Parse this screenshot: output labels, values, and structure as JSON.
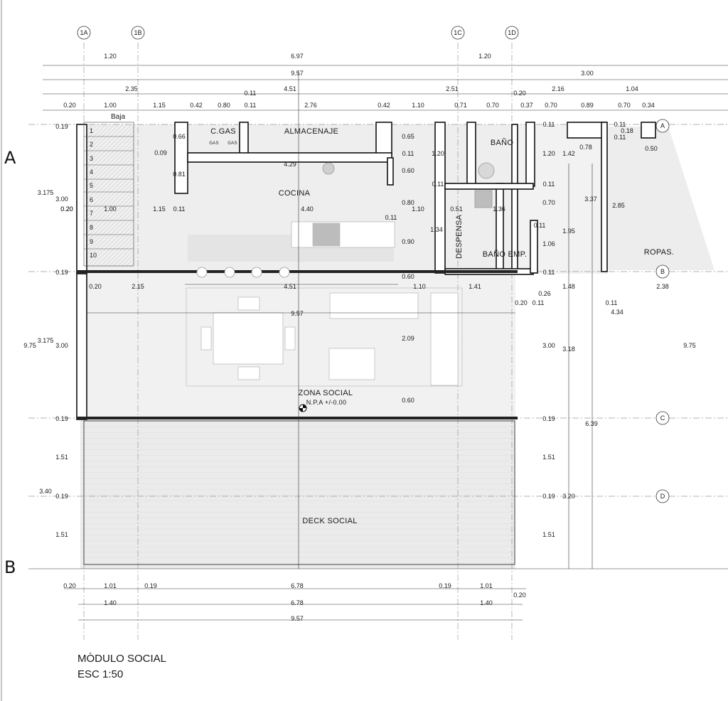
{
  "axes": {
    "vertical": [
      "1A",
      "1B",
      "1C",
      "1D"
    ],
    "horizontal": [
      "A",
      "B",
      "C",
      "D"
    ]
  },
  "section_marks": [
    "A",
    "B"
  ],
  "rooms": {
    "gas": "C.GAS",
    "gas_tank": "GAS",
    "storage": "ALMACENAJE",
    "kitchen": "COCINA",
    "bathroom": "BAÑO",
    "pantry": "DESPENSA",
    "staff_bathroom": "BAÑO EMP.",
    "laundry": "ROPAS.",
    "social_zone": "ZONA SOCIAL",
    "level": "N.P.A +/-0.00",
    "deck": "DECK SOCIAL",
    "stair_note": "Baja"
  },
  "stair_steps": [
    "1",
    "2",
    "3",
    "4",
    "5",
    "6",
    "7",
    "8",
    "9",
    "10"
  ],
  "dimensions": {
    "top_row1": [
      "1.20",
      "6.97",
      "1.20",
      "3.00"
    ],
    "top_row2": [
      "9.57"
    ],
    "top_row3": [
      "2.35",
      "4.51",
      "0.11",
      "2.51",
      "2.16",
      "1.04"
    ],
    "top_row4": [
      "0.20",
      "1.00",
      "1.15",
      "0.42",
      "0.80",
      "0.11",
      "2.76",
      "0.42",
      "1.10",
      "0.71",
      "0.70",
      "0.20",
      "0.37",
      "0.70",
      "0.89",
      "0.70",
      "0.34"
    ],
    "kitchen": [
      "0.66",
      "0.09",
      "0.81",
      "0.65",
      "0.11",
      "0.60",
      "4.29",
      "1.20",
      "0.11",
      "0.80",
      "0.51",
      "1.36",
      "1.34",
      "0.90",
      "0.60",
      "4.40",
      "0.11",
      "1.10",
      "0.20",
      "1.00",
      "1.15",
      "0.11"
    ],
    "right_block": [
      "1.20",
      "1.42",
      "0.11",
      "0.78",
      "0.18",
      "0.11",
      "0.11",
      "0.50",
      "0.11",
      "0.70",
      "3.37",
      "2.85",
      "1.95",
      "0.11",
      "1.06",
      "0.11"
    ],
    "mid_row": [
      "0.20",
      "2.15",
      "4.51",
      "1.10",
      "1.41",
      "1.48",
      "2.38",
      "0.26",
      "0.20",
      "0.11",
      "0.11",
      "4.34",
      "9.57"
    ],
    "social": [
      "2.09",
      "0.60",
      "3.00",
      "3.18",
      "6.39",
      "9.75",
      "3.20"
    ],
    "left_chain": [
      "0.19",
      "3.175",
      "3.00",
      "0.20",
      "0.19",
      "9.75",
      "3.175",
      "3.00",
      "0.19",
      "1.51",
      "3.40",
      "0.19",
      "1.51"
    ],
    "right_chain": [
      "0.19",
      "1.51",
      "0.19",
      "1.51"
    ],
    "bottom_row1": [
      "0.20",
      "1.01",
      "0.19",
      "6.78",
      "0.19",
      "1.01",
      "0.20"
    ],
    "bottom_row2": [
      "1.40",
      "6.78",
      "1.40"
    ],
    "bottom_row3": [
      "9.57"
    ]
  },
  "title": {
    "name": "MÒDULO SOCIAL",
    "scale": "ESC  1:50"
  }
}
